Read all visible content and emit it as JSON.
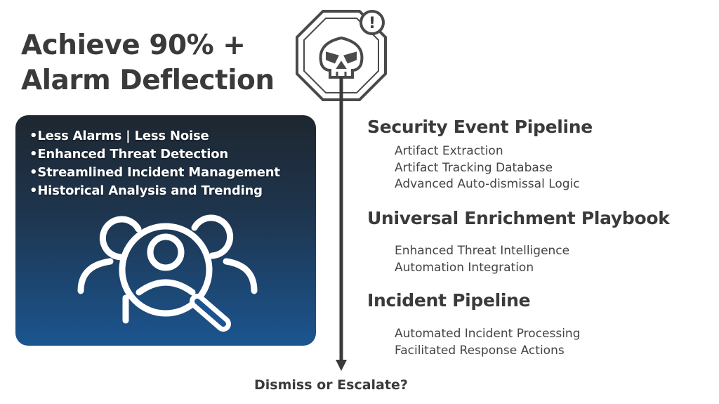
{
  "headline": {
    "line1": "Achieve 90% +",
    "line2": "Alarm Deflection"
  },
  "benefits": [
    "Less Alarms | Less Noise",
    "Enhanced Threat Detection",
    "Streamlined Incident Management",
    "Historical Analysis and Trending"
  ],
  "sections": [
    {
      "title": "Security Event Pipeline",
      "items": [
        "Artifact Extraction",
        "Artifact Tracking Database",
        "Advanced Auto-dismissal Logic"
      ]
    },
    {
      "title": "Universal Enrichment Playbook",
      "items": [
        "Enhanced Threat Intelligence",
        "Automation Integration"
      ]
    },
    {
      "title": "Incident Pipeline",
      "items": [
        "Automated Incident Processing",
        "Facilitated Response Actions"
      ]
    }
  ],
  "outcome": "Dismiss or Escalate?",
  "alert_badge": "!",
  "colors": {
    "card_top": "#1e2730",
    "card_bottom": "#1b5590",
    "ink": "#3a3a3a"
  }
}
